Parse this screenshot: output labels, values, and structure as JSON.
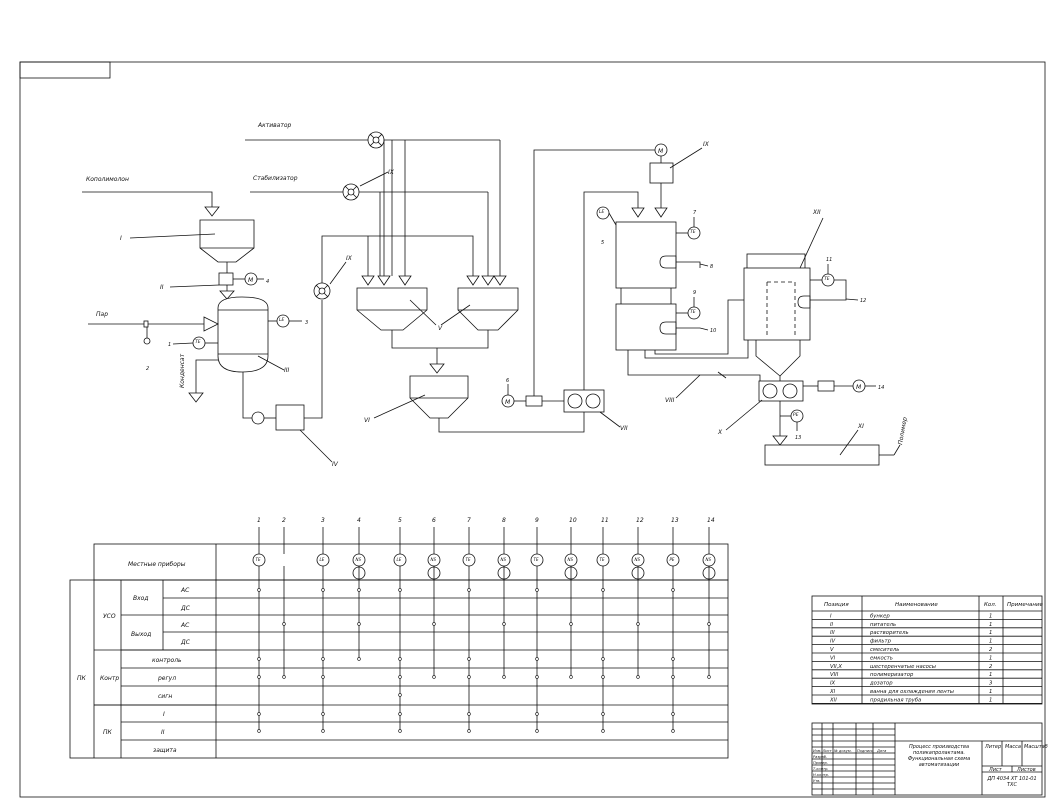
{
  "streams": {
    "activator": "Активатор",
    "stabilizer": "Стабилизатор",
    "copolymer": "Кополимолон",
    "steam": "Пар",
    "condensate": "Конденсат",
    "polymer": "Полимер"
  },
  "equipment_labels": {
    "hopper": "I",
    "feeder": "II",
    "dissolver": "III",
    "filter": "IV",
    "mixers": "V",
    "collector": "VI",
    "gear_pump_left": "VII",
    "polymerizer": "VIII",
    "dosers_1": "IX",
    "dosers_2": "IX",
    "dosers_3": "IX",
    "gear_pump_right": "X",
    "cooling_bath": "XI",
    "spinning_tube": "XII"
  },
  "instrument_positions": {
    "p1": "1",
    "p2": "2",
    "p3": "3",
    "p4": "4",
    "p5": "5",
    "p6": "6",
    "p7": "7",
    "p8": "8",
    "p9": "9",
    "p10": "10",
    "p11": "11",
    "p12": "12",
    "p13": "13",
    "p14": "14"
  },
  "instrument_tags": {
    "te": "TE",
    "le": "LE",
    "pe": "PE",
    "m": "M"
  },
  "control_table": {
    "local_instruments": "Местные приборы",
    "pk": "ПК",
    "uso": "УСО",
    "input": "Вход",
    "output": "Выход",
    "kontr": "Контр",
    "pk_lower": "ПК",
    "ac": "АС",
    "dc": "ДС",
    "ac2": "АС",
    "dc2": "ДС",
    "control": "контроль",
    "regulation": "регул",
    "signal": "сигн",
    "row_i": "I",
    "row_ii": "II",
    "protection": "защита",
    "columns": [
      "1",
      "2",
      "3",
      "4",
      "5",
      "6",
      "7",
      "8",
      "9",
      "10",
      "11",
      "12",
      "13",
      "14"
    ]
  },
  "spec_table": {
    "headers": [
      "Позиция",
      "Наименование",
      "Кол.",
      "Примечание"
    ],
    "rows": [
      [
        "I",
        "бункер",
        "1"
      ],
      [
        "II",
        "питатель",
        "1"
      ],
      [
        "III",
        "растворитель",
        "1"
      ],
      [
        "IV",
        "фильтр",
        "1"
      ],
      [
        "V",
        "смеситель",
        "2"
      ],
      [
        "VI",
        "емкость",
        "1"
      ],
      [
        "VII,X",
        "шестеренчатые насосы",
        "2"
      ],
      [
        "VIII",
        "полимеризатор",
        "1"
      ],
      [
        "IX",
        "дозатор",
        "3"
      ],
      [
        "XI",
        "ванна для охлаждения ленты",
        "1"
      ],
      [
        "XII",
        "прядильная труба",
        "1"
      ]
    ]
  },
  "title_block": {
    "description": "Процесс производства поликапролактама. Функциональная схема автоматизации",
    "code": "ДП 4034 ХТ 101-01 ТХС",
    "lit": "Литер",
    "mass": "Масса",
    "scale": "Масштаб",
    "sheet": "Лист",
    "sheets": "Листов",
    "row_labels": [
      "Изм. Лист",
      "Разраб.",
      "Провер.",
      "Т.контр.",
      "Н.контр.",
      "Утв."
    ],
    "header_labels": [
      "№ докум.",
      "Подпись",
      "Дата"
    ]
  }
}
